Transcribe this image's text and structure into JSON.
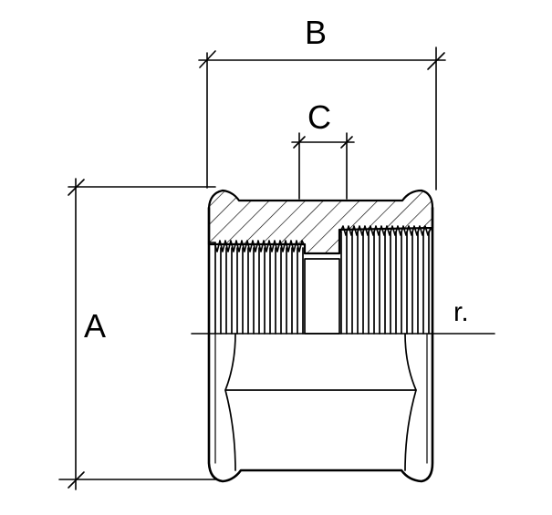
{
  "drawing": {
    "labels": {
      "overall_length": "B",
      "center_gap": "C",
      "outer_diameter": "A",
      "thread_marker": "r."
    }
  }
}
